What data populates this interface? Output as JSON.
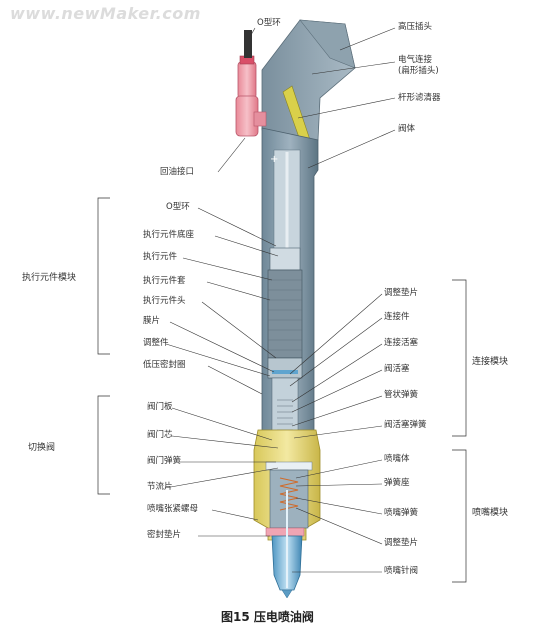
{
  "watermark": "www.newMaker.com",
  "caption": "图15 压电喷油阀",
  "labels_right_top": {
    "hp_connector": "高压插头",
    "elec_conn_1": "电气连接",
    "elec_conn_2": "(扁形插头)",
    "rod_filter": "杆形滤清器",
    "valve_body": "阀体"
  },
  "label_top_left": {
    "o_ring_top": "O型环",
    "return_port": "回油接口"
  },
  "actuator_labels": {
    "o_ring": "O型环",
    "base": "执行元件底座",
    "actuator": "执行元件",
    "sleeve": "执行元件套",
    "head": "执行元件头",
    "diaphragm": "膜片",
    "adjuster": "调整件",
    "seal": "低压密封圈"
  },
  "switch_labels": {
    "valve_plate": "阀门板",
    "valve_core": "阀门芯",
    "valve_spring": "阀门弹簧",
    "throttle": "节流片"
  },
  "bottom_left_labels": {
    "nozzle_nut": "喷嘴张紧螺母",
    "seal_washer": "密封垫片"
  },
  "connect_labels": {
    "shim": "调整垫片",
    "connector": "连接件",
    "plunger": "连接活塞",
    "valve_piston": "阀活塞",
    "tube_spring": "管状弹簧",
    "piston_spring": "阀活塞弹簧"
  },
  "nozzle_labels": {
    "body": "喷嘴体",
    "spring_seat": "弹簧座",
    "spring": "喷嘴弹簧",
    "shim": "调整垫片",
    "needle": "喷嘴针阀"
  },
  "groups": {
    "actuator_module": "执行元件模块",
    "switch_valve": "切换阀",
    "connect_module": "连接模块",
    "nozzle_module": "喷嘴模块"
  }
}
